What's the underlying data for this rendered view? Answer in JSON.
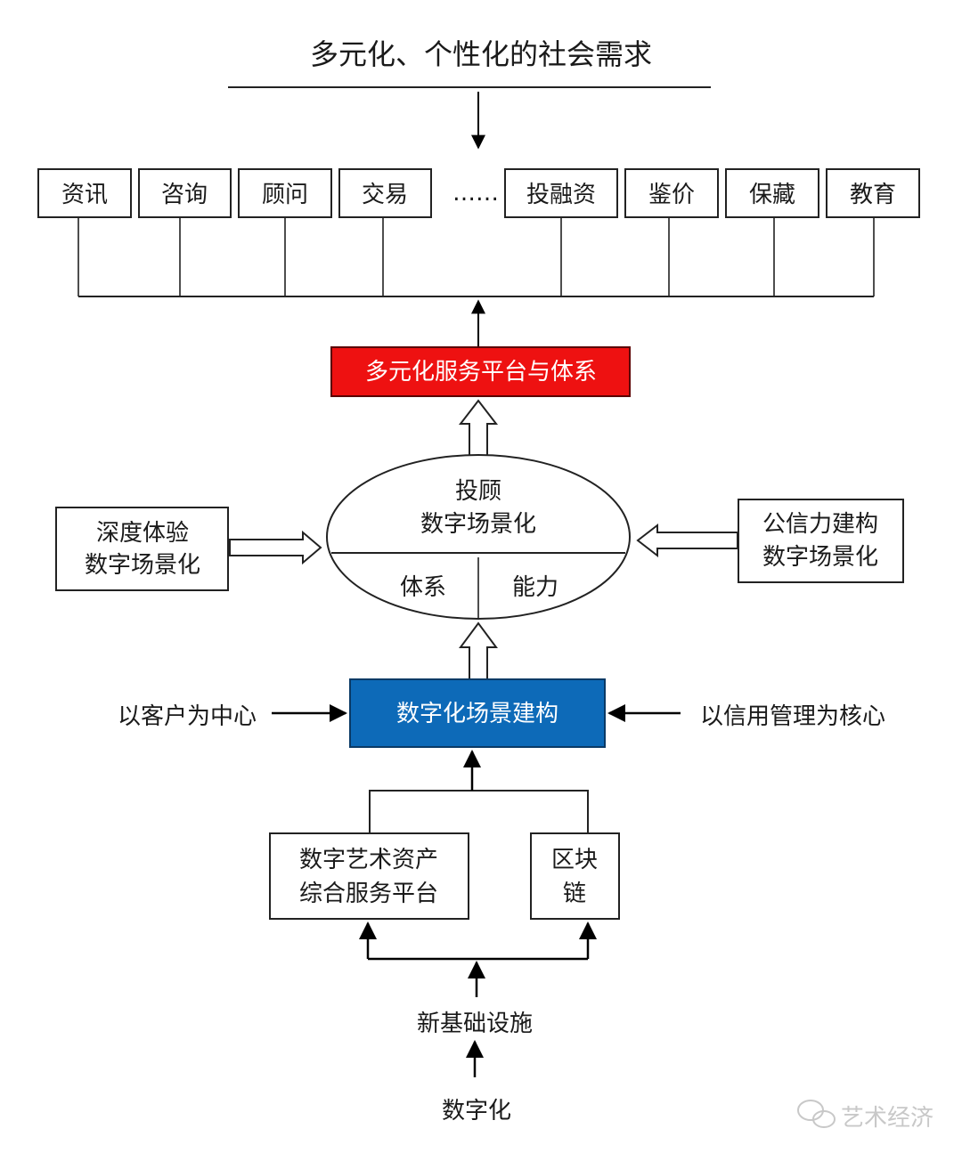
{
  "title": "多元化、个性化的社会需求",
  "services": [
    "资讯",
    "咨询",
    "顾问",
    "交易",
    "投融资",
    "鉴价",
    "保藏",
    "教育"
  ],
  "ellipsis": "……",
  "platform_box": {
    "label": "多元化服务平台与体系",
    "color": "#ee1111"
  },
  "oval": {
    "top_line1": "投顾",
    "top_line2": "数字场景化",
    "bottom_left": "体系",
    "bottom_right": "能力"
  },
  "left_box": {
    "line1": "深度体验",
    "line2": "数字场景化"
  },
  "right_box": {
    "line1": "公信力建构",
    "line2": "数字场景化"
  },
  "scene_box": {
    "label": "数字化场景建构",
    "color": "#0d6ab8"
  },
  "left_input": "以客户为中心",
  "right_input": "以信用管理为核心",
  "asset_box": {
    "line1": "数字艺术资产",
    "line2": "综合服务平台"
  },
  "chain_box": {
    "line1": "区块",
    "line2": "链"
  },
  "infrastructure": "新基础设施",
  "digitalization": "数字化",
  "watermark": {
    "icon": "wechat-icon",
    "text": "艺术经济"
  }
}
